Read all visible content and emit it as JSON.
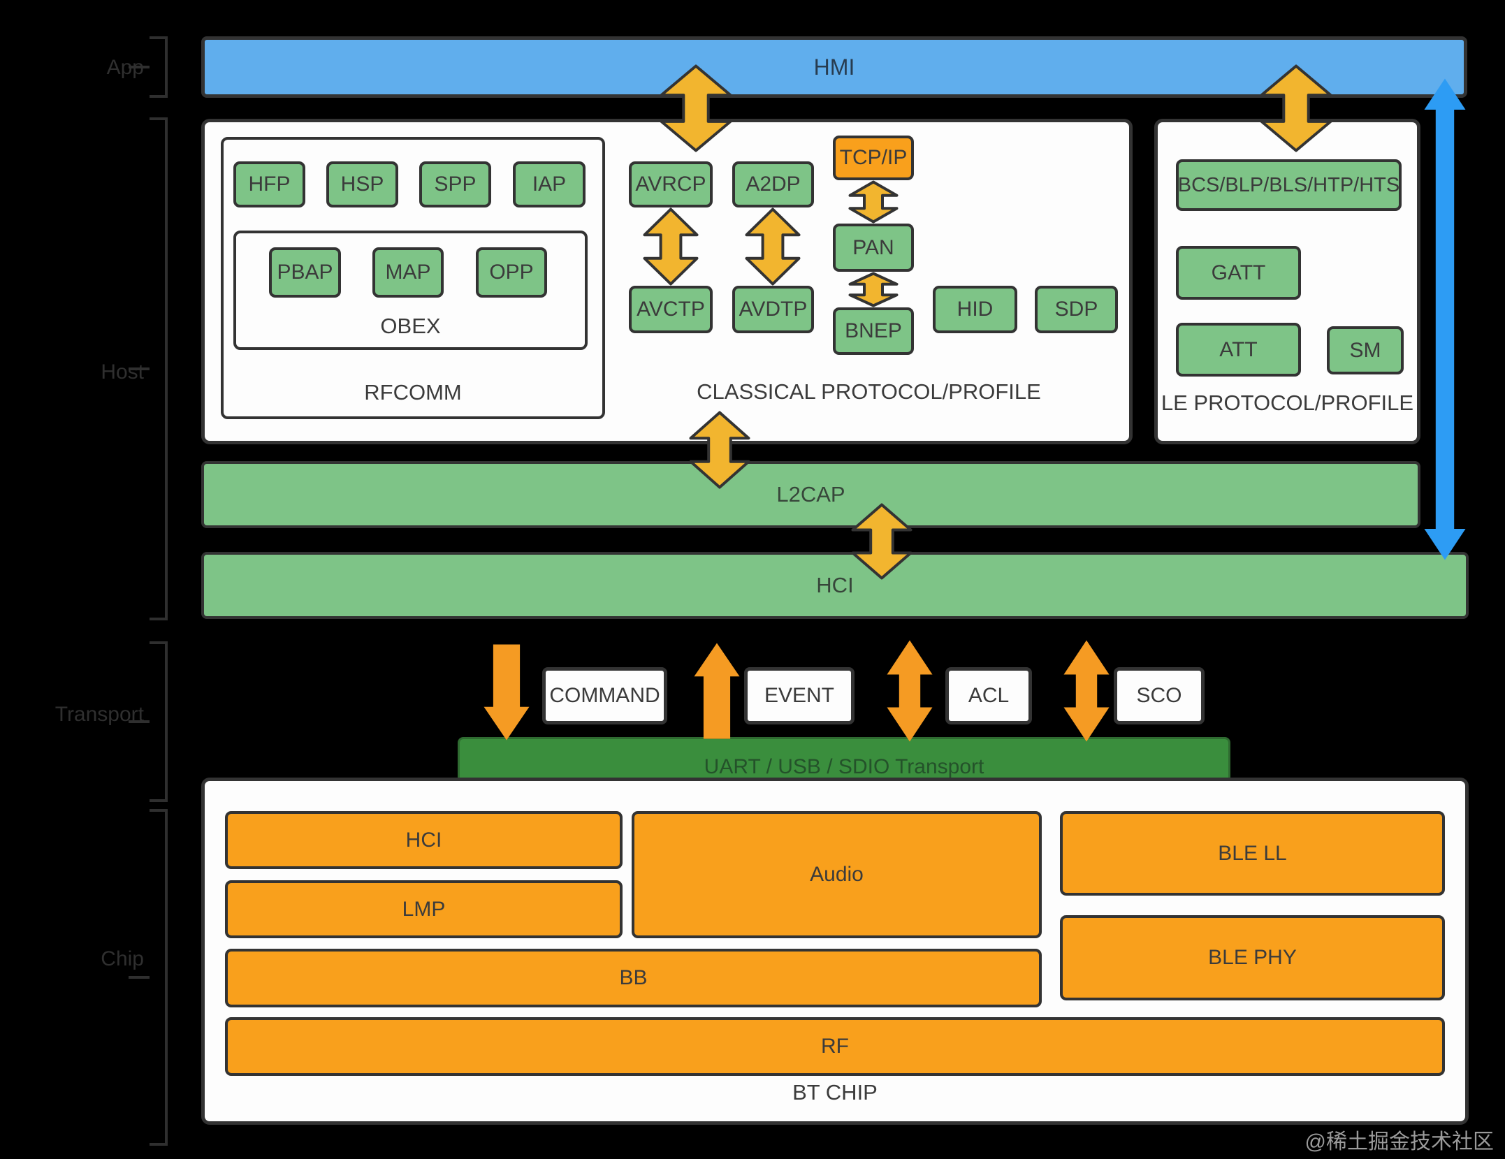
{
  "side_labels": {
    "app": "App",
    "host": "Host",
    "transport": "Transport",
    "chip": "Chip"
  },
  "hmi_label": "HMI",
  "classical": {
    "title": "CLASSICAL PROTOCOL/PROFILE",
    "rfcomm_title": "RFCOMM",
    "obex_title": "OBEX",
    "hfp": "HFP",
    "hsp": "HSP",
    "spp": "SPP",
    "iap": "IAP",
    "pbap": "PBAP",
    "map": "MAP",
    "opp": "OPP",
    "avrcp": "AVRCP",
    "a2dp": "A2DP",
    "tcpip": "TCP/IP",
    "pan": "PAN",
    "bnep": "BNEP",
    "avctp": "AVCTP",
    "avdtp": "AVDTP",
    "hid": "HID",
    "sdp": "SDP"
  },
  "le": {
    "title": "LE PROTOCOL/PROFILE",
    "bcs": "BCS/BLP/BLS/HTP/HTS",
    "gatt": "GATT",
    "att": "ATT",
    "sm": "SM"
  },
  "bars": {
    "l2cap": "L2CAP",
    "hci": "HCI"
  },
  "transport": {
    "command": "COMMAND",
    "event": "EVENT",
    "acl": "ACL",
    "sco": "SCO",
    "uart": "UART / USB / SDIO Transport"
  },
  "chip": {
    "title": "BT CHIP",
    "hci": "HCI",
    "lmp": "LMP",
    "audio": "Audio",
    "bb": "BB",
    "rf": "RF",
    "ble_ll": "BLE LL",
    "ble_phy": "BLE PHY"
  },
  "watermark": "@稀土掘金技术社区",
  "colors": {
    "background": "#000000",
    "hmi_blue": "#60aeed",
    "box_green": "#7ec487",
    "box_orange": "#f9a01c",
    "uart_dark_green": "#3a8e3d",
    "arrow_yellow": "#f2b52f",
    "arrow_orange": "#f59b23",
    "arrow_blue": "#2d9cf4",
    "outline_dark": "#333333"
  }
}
